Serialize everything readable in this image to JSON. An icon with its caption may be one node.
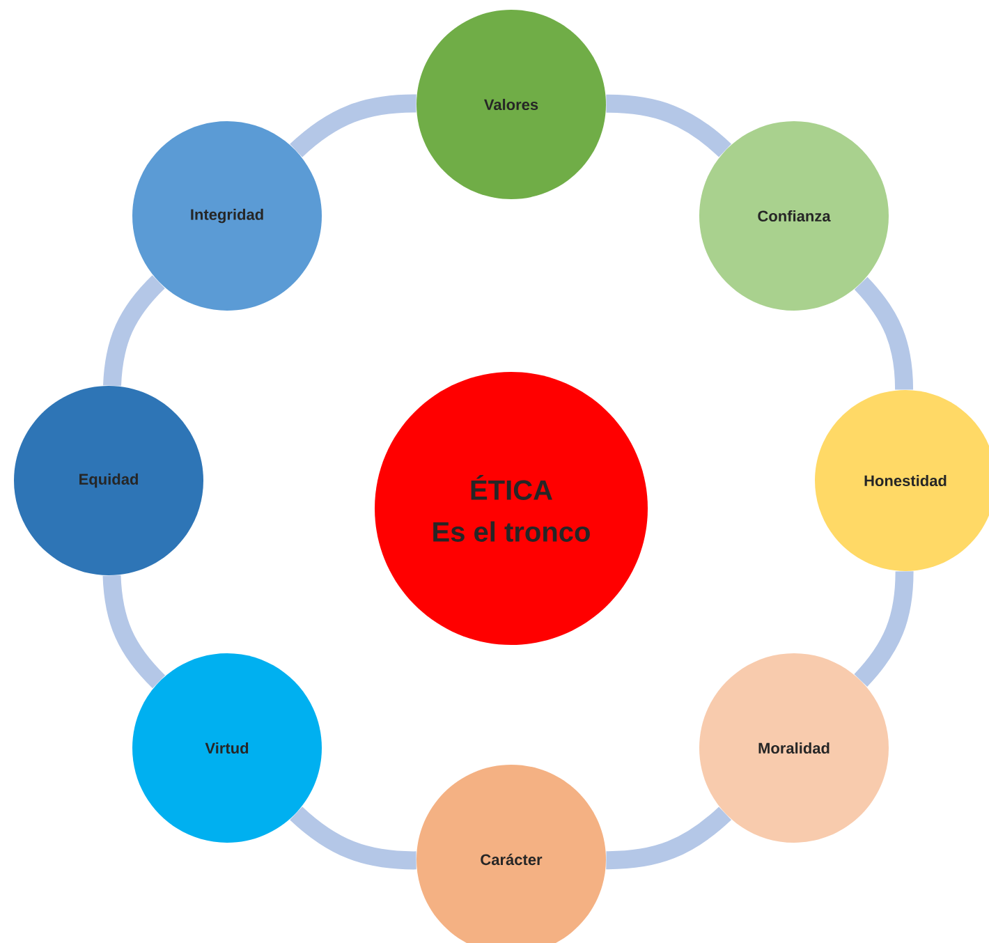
{
  "diagram": {
    "nodes": [
      {
        "text": [
          "ÉTICA",
          "Es el tronco"
        ]
      },
      {
        "text": [
          "Valores"
        ]
      },
      {
        "text": [
          "Confianza"
        ]
      },
      {
        "text": [
          "Honestidad"
        ]
      },
      {
        "text": [
          "Moralidad"
        ]
      },
      {
        "text": [
          "Carácter"
        ]
      },
      {
        "text": [
          "Virtud"
        ]
      },
      {
        "text": [
          "Equidad"
        ]
      },
      {
        "text": [
          "Integridad"
        ]
      }
    ],
    "edges": [
      {
        "from": 1,
        "to": 2,
        "arrow": "none"
      },
      {
        "from": 2,
        "to": 3,
        "arrow": "none"
      },
      {
        "from": 3,
        "to": 4,
        "arrow": "none"
      },
      {
        "from": 4,
        "to": 5,
        "arrow": "none"
      },
      {
        "from": 5,
        "to": 6,
        "arrow": "none"
      },
      {
        "from": 6,
        "to": 7,
        "arrow": "none"
      },
      {
        "from": 7,
        "to": 8,
        "arrow": "none"
      },
      {
        "from": 8,
        "to": 1,
        "arrow": "none"
      }
    ]
  }
}
